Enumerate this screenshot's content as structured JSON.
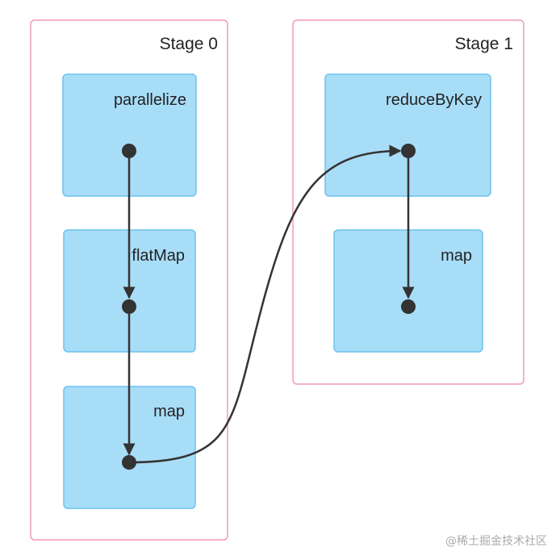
{
  "stages": [
    {
      "label": "Stage 0",
      "rdds": [
        {
          "label": "parallelize"
        },
        {
          "label": "flatMap"
        },
        {
          "label": "map"
        }
      ]
    },
    {
      "label": "Stage 1",
      "rdds": [
        {
          "label": "reduceByKey"
        },
        {
          "label": "map"
        }
      ]
    }
  ],
  "watermark": "@稀土掘金技术社区",
  "colors": {
    "stage_border": "#f09cb4",
    "rdd_fill": "#a8ddf8",
    "rdd_border": "#6cc2ee",
    "edge": "#333333"
  }
}
